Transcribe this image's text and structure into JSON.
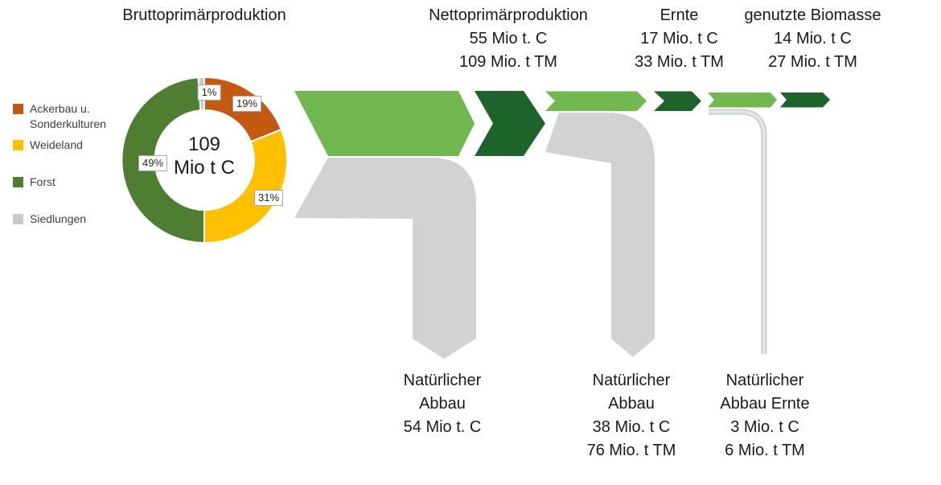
{
  "stages": [
    {
      "title": "Bruttoprimärproduktion"
    },
    {
      "title": "Nettoprimärproduktion",
      "c": "55 Mio t. C",
      "tm": "109 Mio. t TM"
    },
    {
      "title": "Ernte",
      "c": "17 Mio. t C",
      "tm": "33 Mio. t TM"
    },
    {
      "title": "genutzte Biomasse",
      "c": "14 Mio. t C",
      "tm": "27 Mio. t TM"
    }
  ],
  "donut": {
    "center_line1": "109",
    "center_line2": "Mio t C",
    "segment_labels": {
      "ackerbau": "19%",
      "weideland": "31%",
      "forst": "49%",
      "siedlungen": "1%"
    }
  },
  "legend": {
    "items": [
      {
        "label": "Ackerbau u. Sonderkulturen",
        "color": "#C45A11"
      },
      {
        "label": "Weideland",
        "color": "#FFC000"
      },
      {
        "label": "Forst",
        "color": "#4F7E32"
      },
      {
        "label": "Siedlungen",
        "color": "#C9C9C9"
      }
    ]
  },
  "losses": [
    {
      "lines": [
        "Natürlicher",
        "Abbau",
        "54 Mio t. C"
      ]
    },
    {
      "lines": [
        "Natürlicher",
        "Abbau",
        "38 Mio. t C",
        "76 Mio. t TM"
      ]
    },
    {
      "lines": [
        "Natürlicher",
        "Abbau Ernte",
        "3 Mio. t C",
        "6 Mio. t TM"
      ]
    }
  ],
  "colors": {
    "flow_light_green": "#72B850",
    "flow_dark_green": "#1F632C",
    "flow_gray": "#D2D2D2",
    "thin_line_edge": "#C9C9C9",
    "thin_line_fill": "#E4E4E4",
    "donut_orange": "#C45A11",
    "donut_yellow": "#FFC000",
    "donut_green": "#4F7E32",
    "donut_gray": "#CCCBCB"
  },
  "chart_data": [
    {
      "type": "pie",
      "subtype": "donut",
      "title": "Bruttoprimärproduktion",
      "center_label": "109 Mio t C",
      "categories": [
        "Ackerbau u. Sonderkulturen",
        "Weideland",
        "Forst",
        "Siedlungen"
      ],
      "values_percent": [
        19,
        31,
        49,
        1
      ],
      "colors": [
        "#C45A11",
        "#FFC000",
        "#4F7E32",
        "#CCCBCB"
      ],
      "legend_position": "left",
      "start_angle_deg": 0,
      "direction": "clockwise"
    },
    {
      "type": "sankey",
      "title": "Kohlenstoff- und Biomassefluss",
      "nodes": [
        {
          "name": "Bruttoprimärproduktion",
          "c_mio_t": 109,
          "tm_mio_t": null
        },
        {
          "name": "Nettoprimärproduktion",
          "c_mio_t": 55,
          "tm_mio_t": 109
        },
        {
          "name": "Ernte",
          "c_mio_t": 17,
          "tm_mio_t": 33
        },
        {
          "name": "genutzte Biomasse",
          "c_mio_t": 14,
          "tm_mio_t": 27
        }
      ],
      "losses": [
        {
          "from": "Bruttoprimärproduktion",
          "name": "Natürlicher Abbau",
          "c_mio_t": 54,
          "tm_mio_t": null
        },
        {
          "from": "Nettoprimärproduktion",
          "name": "Natürlicher Abbau",
          "c_mio_t": 38,
          "tm_mio_t": 76
        },
        {
          "from": "Ernte",
          "name": "Natürlicher Abbau Ernte",
          "c_mio_t": 3,
          "tm_mio_t": 6
        }
      ]
    }
  ]
}
